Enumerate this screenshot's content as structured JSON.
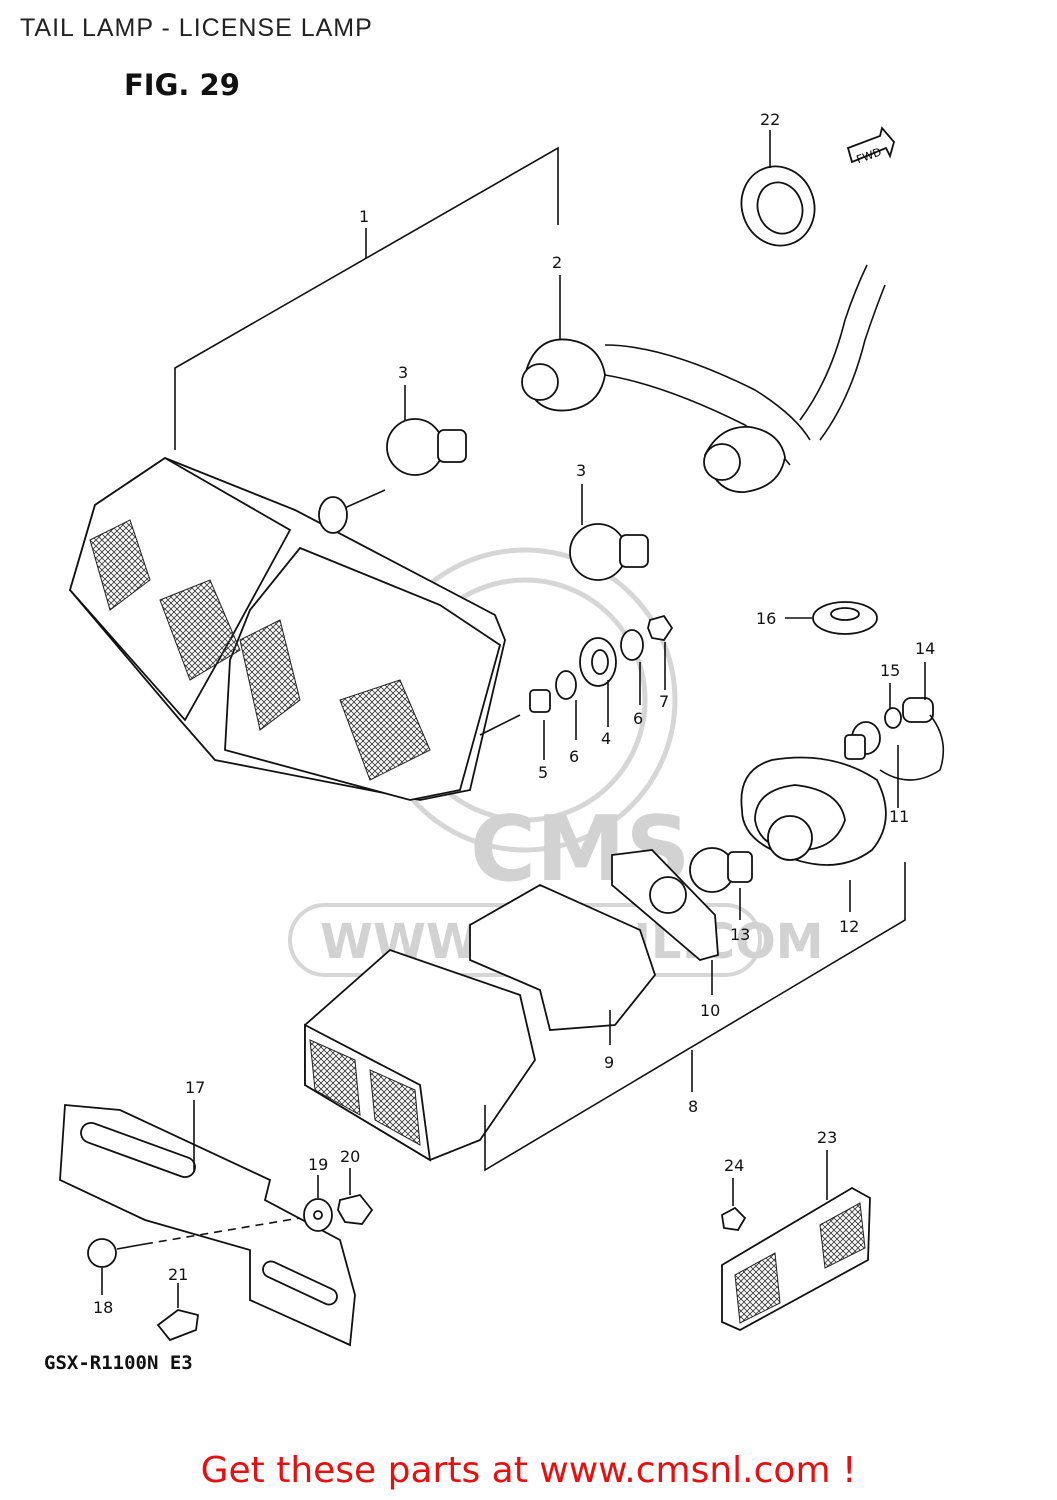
{
  "header": {
    "title": "TAIL LAMP - LICENSE LAMP",
    "figure_label": "FIG. 29"
  },
  "diagram": {
    "model_code": "GSX-R1100N E3",
    "fwd_label": "FWD",
    "callouts": [
      "1",
      "2",
      "3",
      "3",
      "4",
      "5",
      "6",
      "6",
      "7",
      "8",
      "9",
      "10",
      "11",
      "12",
      "13",
      "14",
      "15",
      "16",
      "17",
      "18",
      "19",
      "20",
      "21",
      "22",
      "23",
      "24"
    ]
  },
  "watermark": {
    "brand": "CMS",
    "url": "WWW.CMSNL.COM"
  },
  "footer": {
    "promo": "Get these parts at www.cmsnl.com !"
  },
  "colors": {
    "promo_text": "#e31111",
    "line_art": "#111111",
    "watermark": "#d2d2d2"
  }
}
